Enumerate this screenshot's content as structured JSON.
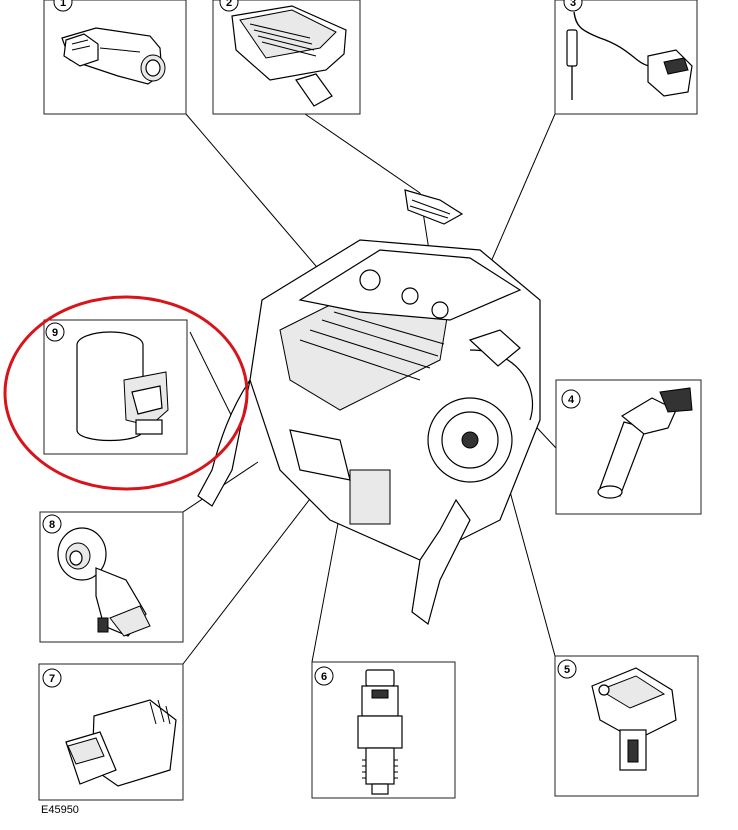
{
  "figure": {
    "reference_code": "E45950",
    "highlight_color": "#d8141b",
    "callouts": [
      {
        "id": "1",
        "label": "1"
      },
      {
        "id": "2",
        "label": "2"
      },
      {
        "id": "3",
        "label": "3"
      },
      {
        "id": "4",
        "label": "4"
      },
      {
        "id": "5",
        "label": "5"
      },
      {
        "id": "6",
        "label": "6"
      },
      {
        "id": "7",
        "label": "7"
      },
      {
        "id": "8",
        "label": "8"
      },
      {
        "id": "9",
        "label": "9"
      }
    ],
    "highlighted_callout": "9"
  }
}
